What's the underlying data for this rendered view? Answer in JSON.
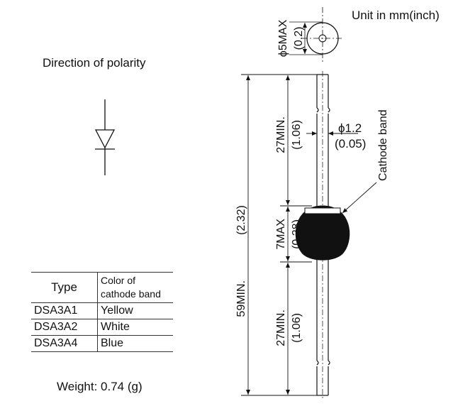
{
  "unit_note": "Unit in mm(inch)",
  "polarity_title": "Direction of polarity",
  "weight": "Weight: 0.74 (g)",
  "table": {
    "header_type": "Type",
    "header_color_line1": "Color of",
    "header_color_line2": "cathode band",
    "rows": [
      {
        "type": "DSA3A1",
        "color": "Yellow"
      },
      {
        "type": "DSA3A2",
        "color": "White"
      },
      {
        "type": "DSA3A4",
        "color": "Blue"
      }
    ]
  },
  "dims": {
    "body_dia_mm": "ϕ5MAX",
    "body_dia_in": "(0.2)",
    "lead_dia_mm": "ϕ1.2",
    "lead_dia_in": "(0.05)",
    "cathode_label": "Cathode band",
    "total_len_mm": "59MIN.",
    "total_len_in": "(2.32)",
    "lead_top_mm": "27MIN.",
    "lead_top_in": "(1.06)",
    "body_len_mm": "7MAX",
    "body_len_in": "(0.28)",
    "lead_bot_mm": "27MIN.",
    "lead_bot_in": "(1.06)"
  }
}
